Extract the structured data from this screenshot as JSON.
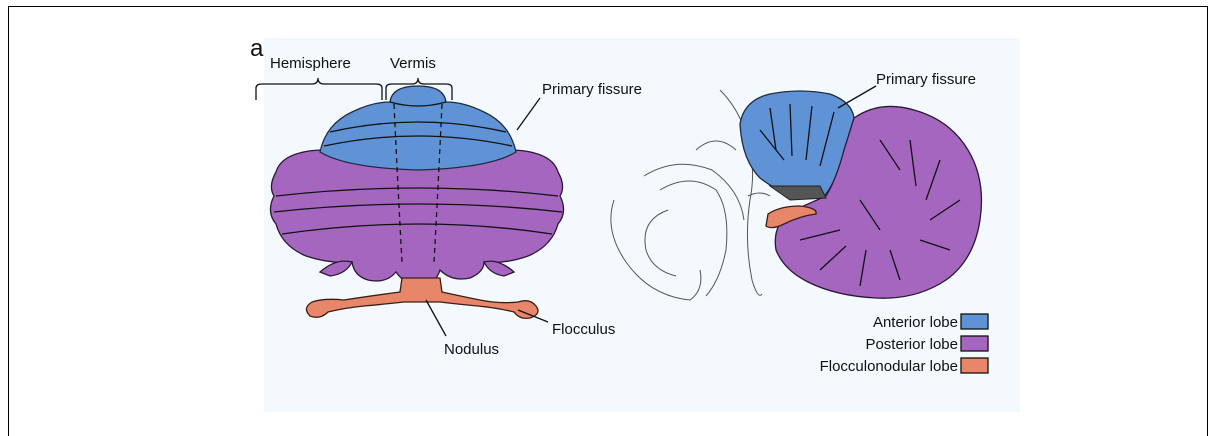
{
  "panel_letter": "a",
  "dorsal_view": {
    "hemisphere_label": "Hemisphere",
    "vermis_label": "Vermis",
    "primary_fissure_label": "Primary fissure",
    "nodulus_label": "Nodulus",
    "flocculus_label": "Flocculus"
  },
  "sagittal_view": {
    "primary_fissure_label": "Primary fissure"
  },
  "legend": {
    "items": [
      {
        "label": "Anterior lobe",
        "color": "#5f93d6"
      },
      {
        "label": "Posterior lobe",
        "color": "#a566bf"
      },
      {
        "label": "Flocculonodular lobe",
        "color": "#e8866a"
      }
    ]
  }
}
